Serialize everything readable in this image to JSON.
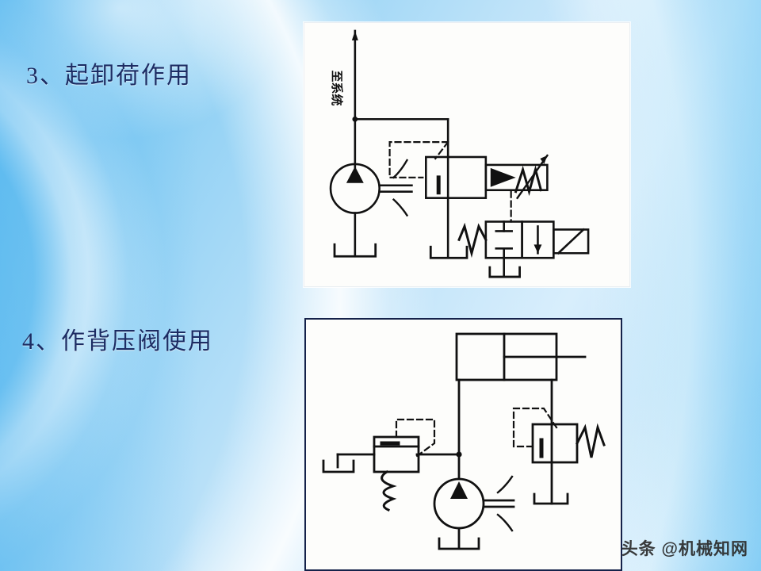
{
  "slide": {
    "background_color": "#9fd2f5",
    "accent_text_color": "#1c2c63"
  },
  "headings": [
    {
      "id": "item-3",
      "text": "3、起卸荷作用"
    },
    {
      "id": "item-4",
      "text": "4、作背压阀使用"
    }
  ],
  "figures": [
    {
      "id": "figure-1",
      "caption_for": "3、起卸荷作用",
      "label_to_system": "至系统",
      "components": [
        "hydraulic-pump",
        "pilot-operated-relief-valve",
        "remote-control-port",
        "two-position-two-way-solenoid-valve",
        "reservoir-tank"
      ]
    },
    {
      "id": "figure-2",
      "caption_for": "4、作背压阀使用",
      "components": [
        "double-acting-hydraulic-cylinder",
        "back-pressure-relief-valve",
        "main-relief-valve",
        "hydraulic-pump",
        "reservoir-tank"
      ]
    }
  ],
  "watermark": {
    "text": "头条 @机械知网"
  }
}
